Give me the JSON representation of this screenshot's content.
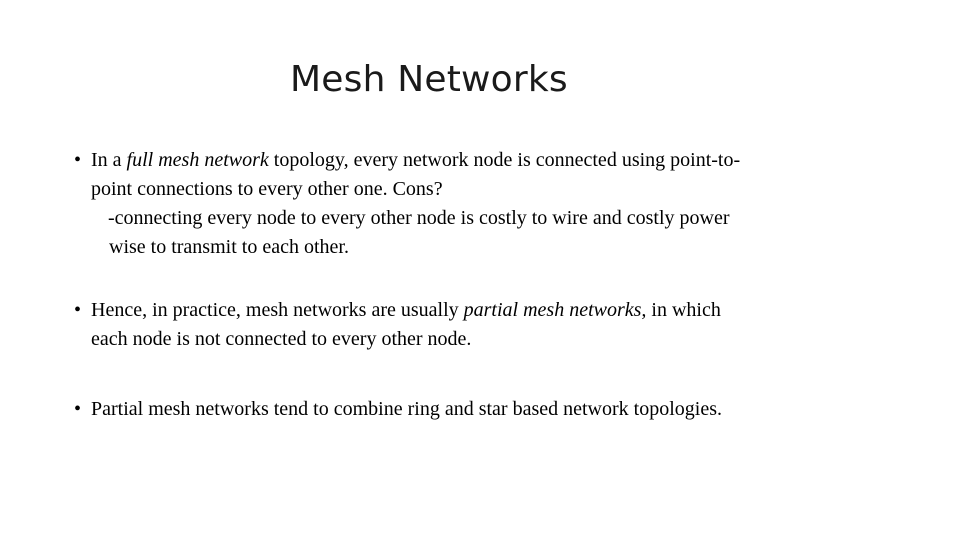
{
  "slide": {
    "title": "Mesh Networks",
    "bullet_glyph": "•",
    "bullets": [
      {
        "line1_pre": "In a ",
        "line1_em": "full mesh network",
        "line1_post": " topology, every network node is connected using point-to-",
        "line2": "point connections to every other one. Cons?",
        "sub_line1": "-connecting every node to every other node is costly to wire and costly power",
        "sub_line2": "wise to transmit to each other."
      },
      {
        "line1_pre": "Hence, in practice, mesh networks are usually ",
        "line1_em": "partial mesh networks,",
        "line1_post": " in which",
        "line2": "each node is not connected to every other node."
      },
      {
        "line1": "Partial mesh networks tend to combine ring and star based network topologies."
      }
    ]
  }
}
